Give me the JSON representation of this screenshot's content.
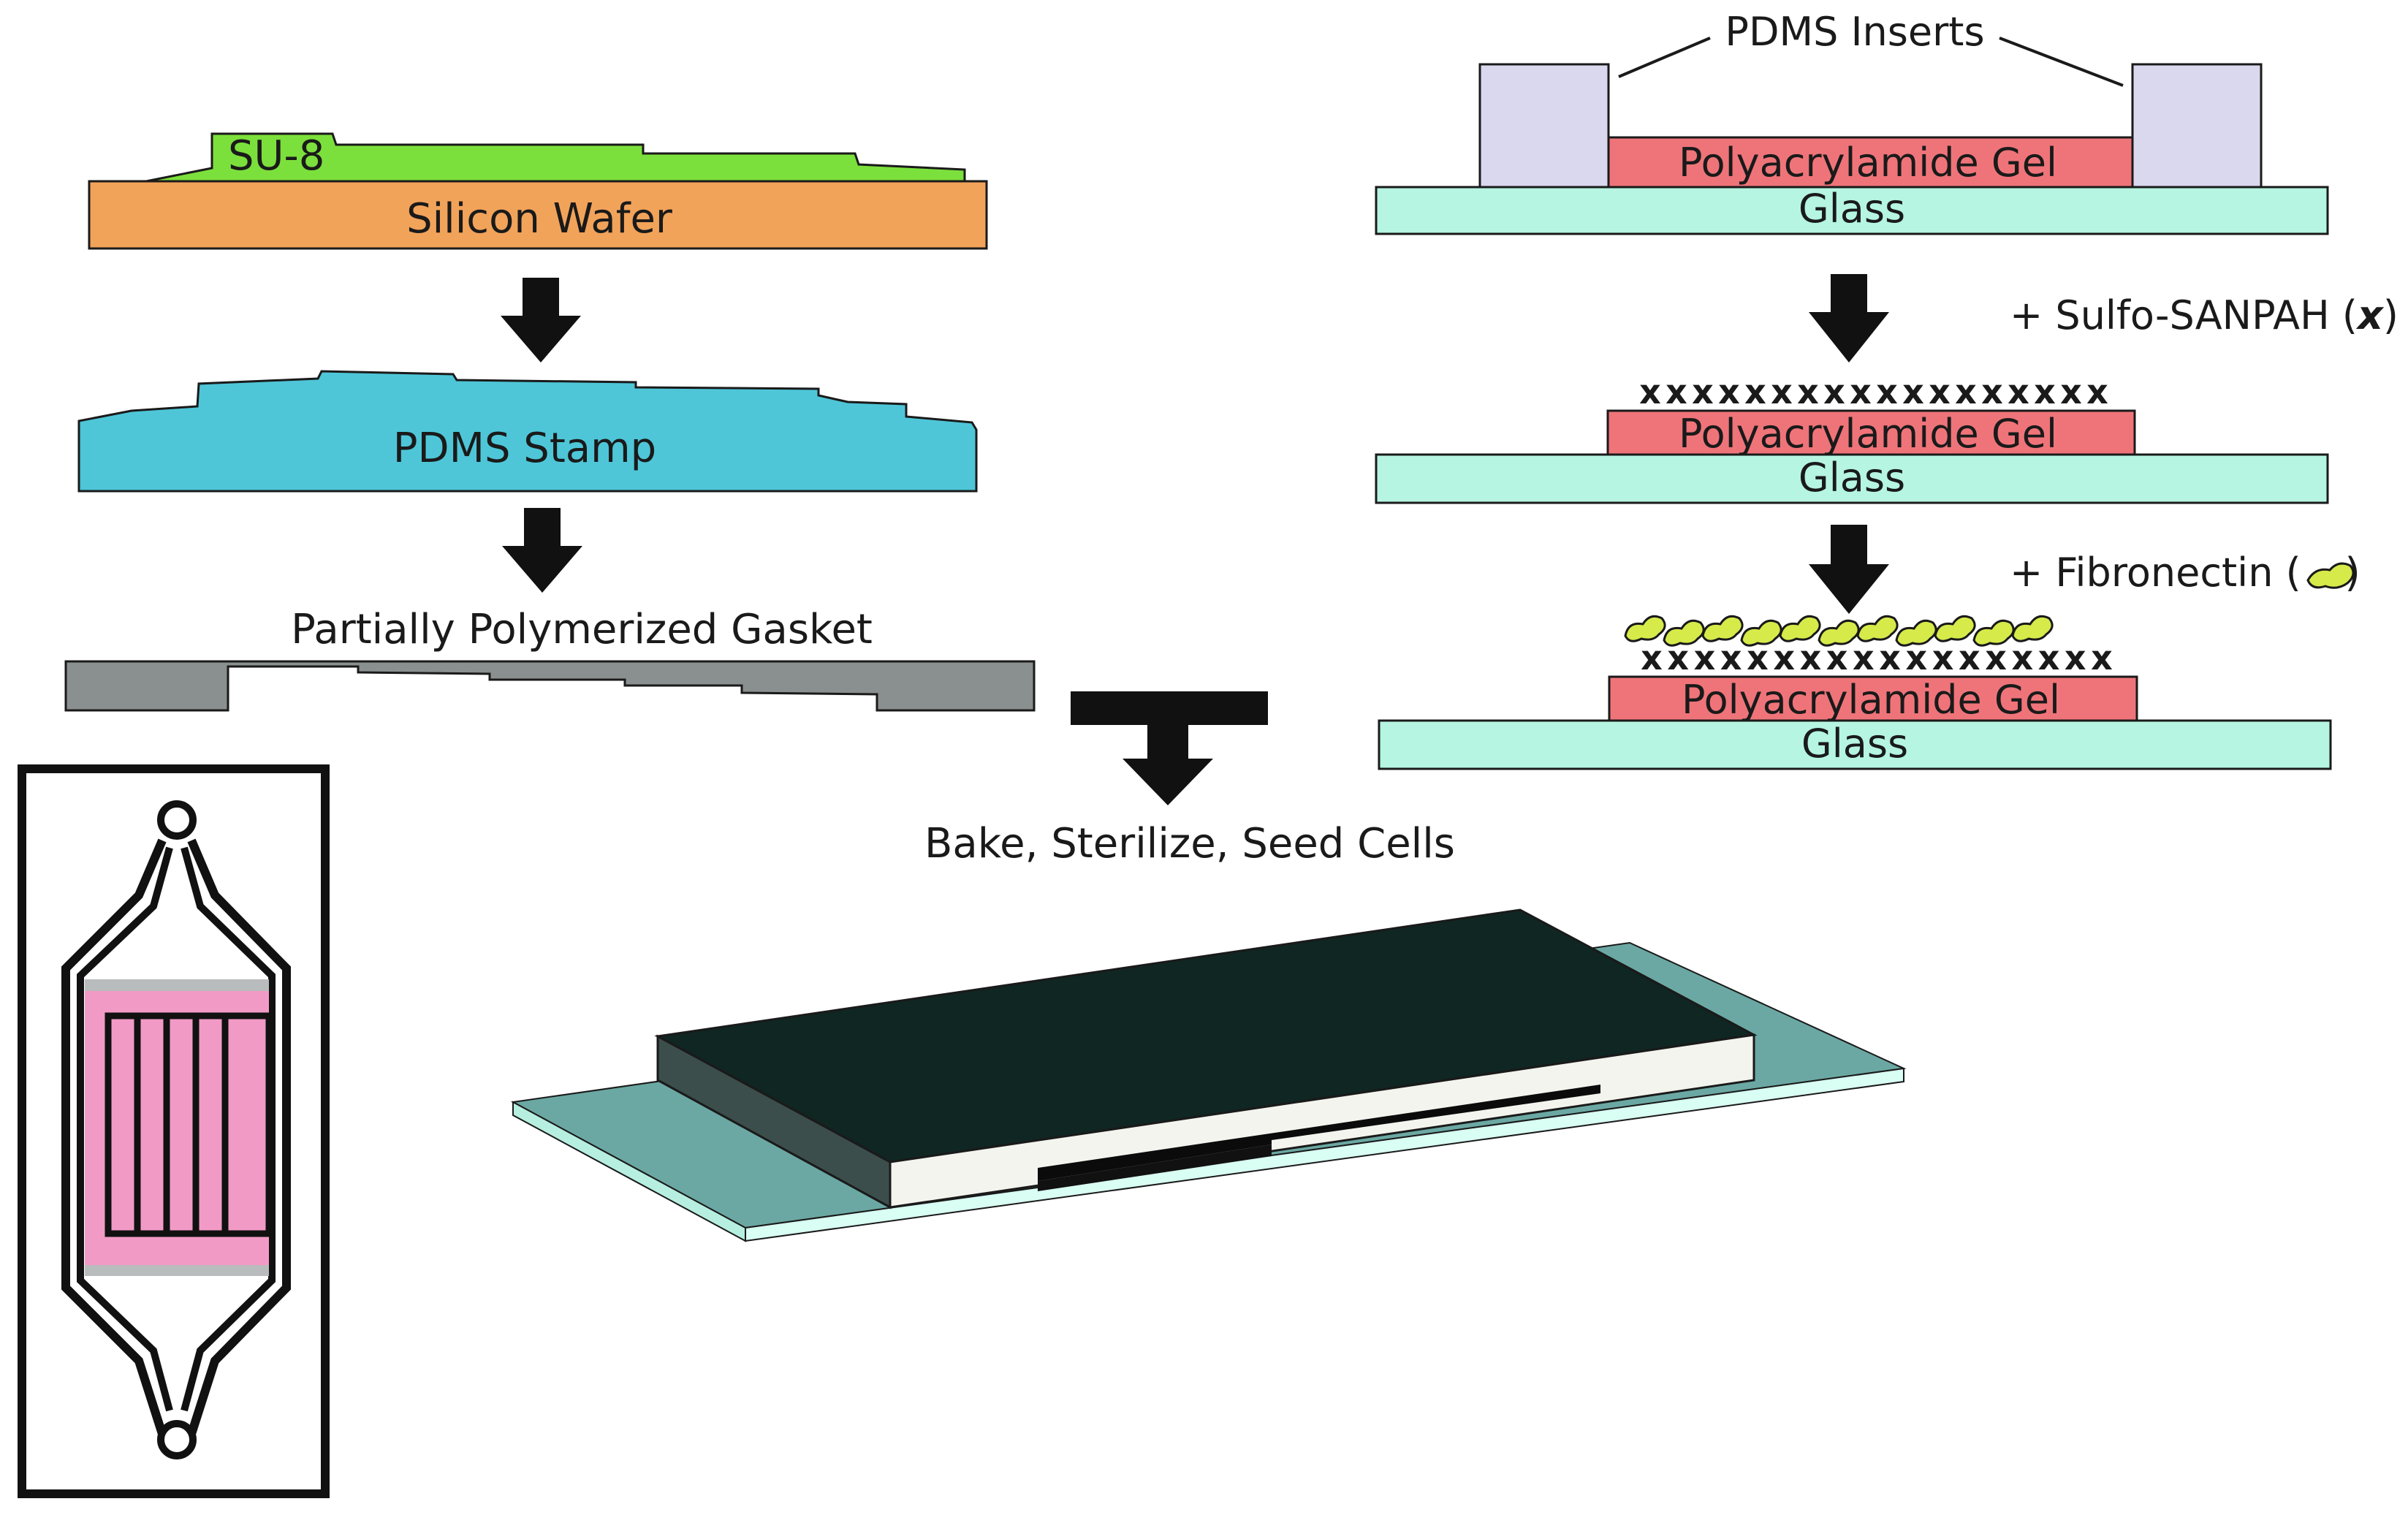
{
  "left_flow": {
    "su8_label": "SU-8",
    "wafer_label": "Silicon Wafer",
    "stamp_label": "PDMS Stamp",
    "gasket_label": "Partially Polymerized Gasket"
  },
  "right_flow": {
    "inserts_label": "PDMS Inserts",
    "gel_label": "Polyacrylamide Gel",
    "glass_label": "Glass",
    "step1_label": "+ Sulfo-SANPAH (",
    "step1_symbol": "x",
    "step1_close": ")",
    "step2_label": "+ Fibronectin (",
    "step2_close": ")",
    "crosslink_symbol": "x"
  },
  "bottom": {
    "final_label": "Bake, Sterilize, Seed Cells"
  },
  "colors": {
    "silicon_wafer": "#f2a35a",
    "su8": "#7ce03c",
    "pdms_stamp": "#4ec6d8",
    "gasket": "#8a908f",
    "pdms_insert": "#d9d8ee",
    "gel": "#ef7479",
    "glass": "#b5f5e2",
    "fibronectin": "#d6ea4a",
    "device_top": "#0f2622",
    "device_side": "#3b4e4b",
    "base_slide": "#6ba8a3",
    "inset_pink": "#f29ac6",
    "arrow": "#111111"
  }
}
